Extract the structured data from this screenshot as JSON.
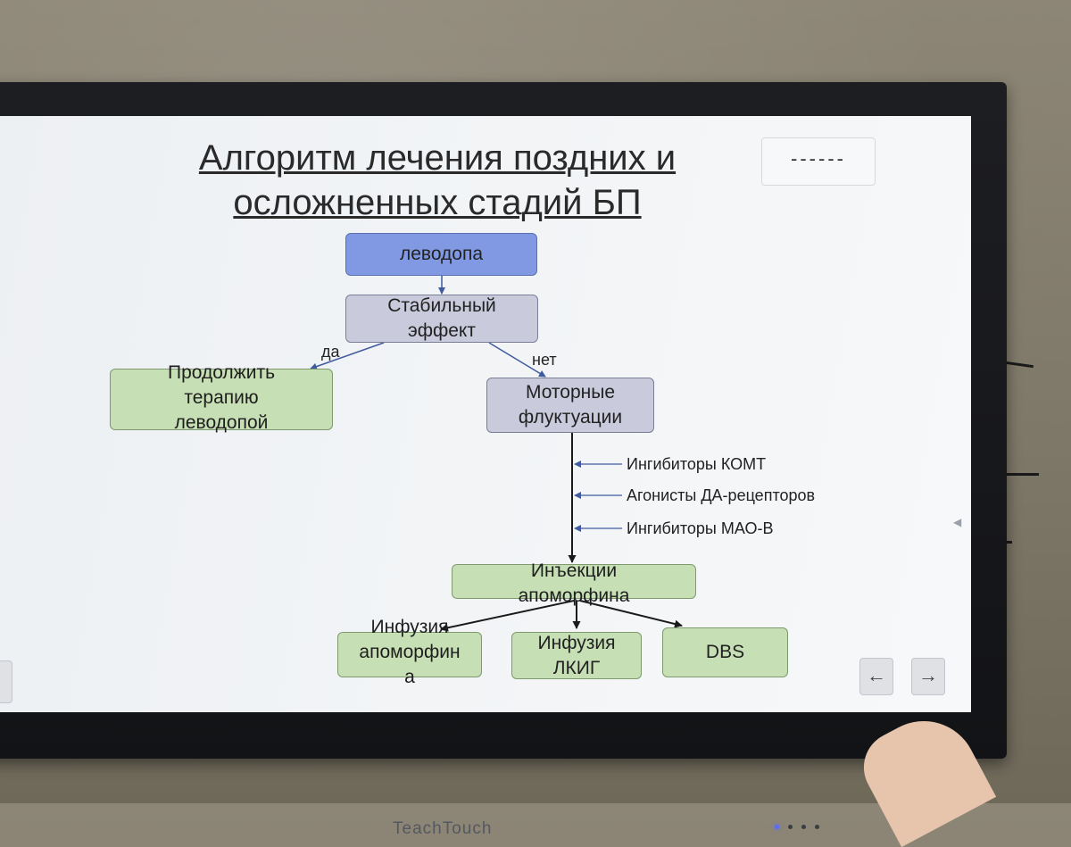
{
  "slide": {
    "title_line1": "Алгоритм лечения поздних и",
    "title_line2": "осложненных стадий БП",
    "corner_box": "------"
  },
  "nodes": {
    "levodopa": "леводопа",
    "stable_line1": "Стабильный",
    "stable_line2": "эффект",
    "continue_line1": "Продолжить",
    "continue_line2": "терапию",
    "continue_line3": "леводопой",
    "motor_line1": "Моторные",
    "motor_line2": "флуктуации",
    "apo_inj_line1": "Инъекции",
    "apo_inj_line2": "апоморфина",
    "apo_inf_line1": "Инфузия",
    "apo_inf_line2": "апоморфин",
    "apo_inf_line3": "а",
    "lcig_line1": "Инфузия",
    "lcig_line2": "ЛКИГ",
    "dbs": "DBS"
  },
  "edge_labels": {
    "yes": "да",
    "no": "нет"
  },
  "add_on_drugs": [
    "Ингибиторы КОМТ",
    "Агонисты ДА-рецепторов",
    "Ингибиторы МАО-В"
  ],
  "navigation": {
    "prev": "←",
    "next": "→"
  },
  "device": {
    "brand": "TeachTouch"
  },
  "colors": {
    "blue_node": "#8199e3",
    "violet_node": "#c9cadc",
    "green_node": "#c7dfb5",
    "arrow": "#3f5a9e"
  }
}
